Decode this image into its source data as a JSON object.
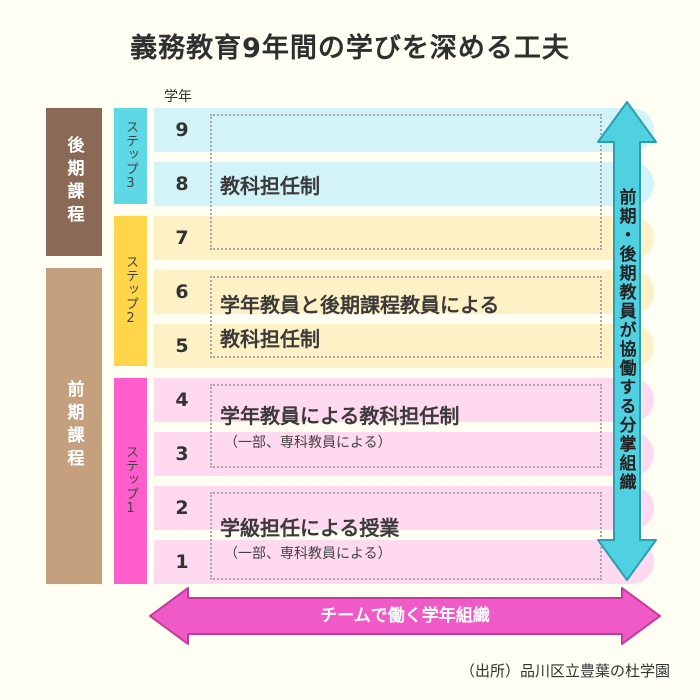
{
  "title": "義務教育9年間の学びを深める工夫",
  "grade_header": "学年",
  "courses": [
    {
      "label": "後期課程",
      "color": "#8a6a55"
    },
    {
      "label": "前期課程",
      "color": "#c4a07e"
    }
  ],
  "steps": [
    {
      "label": "ステップ3",
      "color": "#5fd8e6"
    },
    {
      "label": "ステップ2",
      "color": "#ffd54a"
    },
    {
      "label": "ステップ1",
      "color": "#ff5ccc"
    }
  ],
  "grades": [
    "9",
    "8",
    "7",
    "6",
    "5",
    "4",
    "3",
    "2",
    "1"
  ],
  "row_colors": {
    "step3": "#d2f3f7",
    "step2": "#fff1c6",
    "step1": "#ffd9ef"
  },
  "blocks": [
    {
      "main": "教科担任制",
      "sub": ""
    },
    {
      "main": "学年教員と後期課程教員による",
      "main2": "教科担任制",
      "sub": ""
    },
    {
      "main": "学年教員による教科担任制",
      "sub": "（一部、専科教員による）"
    },
    {
      "main": "学級担任による授業",
      "sub": "（一部、専科教員による）"
    }
  ],
  "vertical_arrow": {
    "label": "前期・後期教員が協働する分掌組織",
    "color": "#4fd1e2"
  },
  "horizontal_arrow": {
    "label": "チームで働く学年組織",
    "color": "#ef5ac6"
  },
  "source": "（出所）品川区立豊葉の杜学園"
}
